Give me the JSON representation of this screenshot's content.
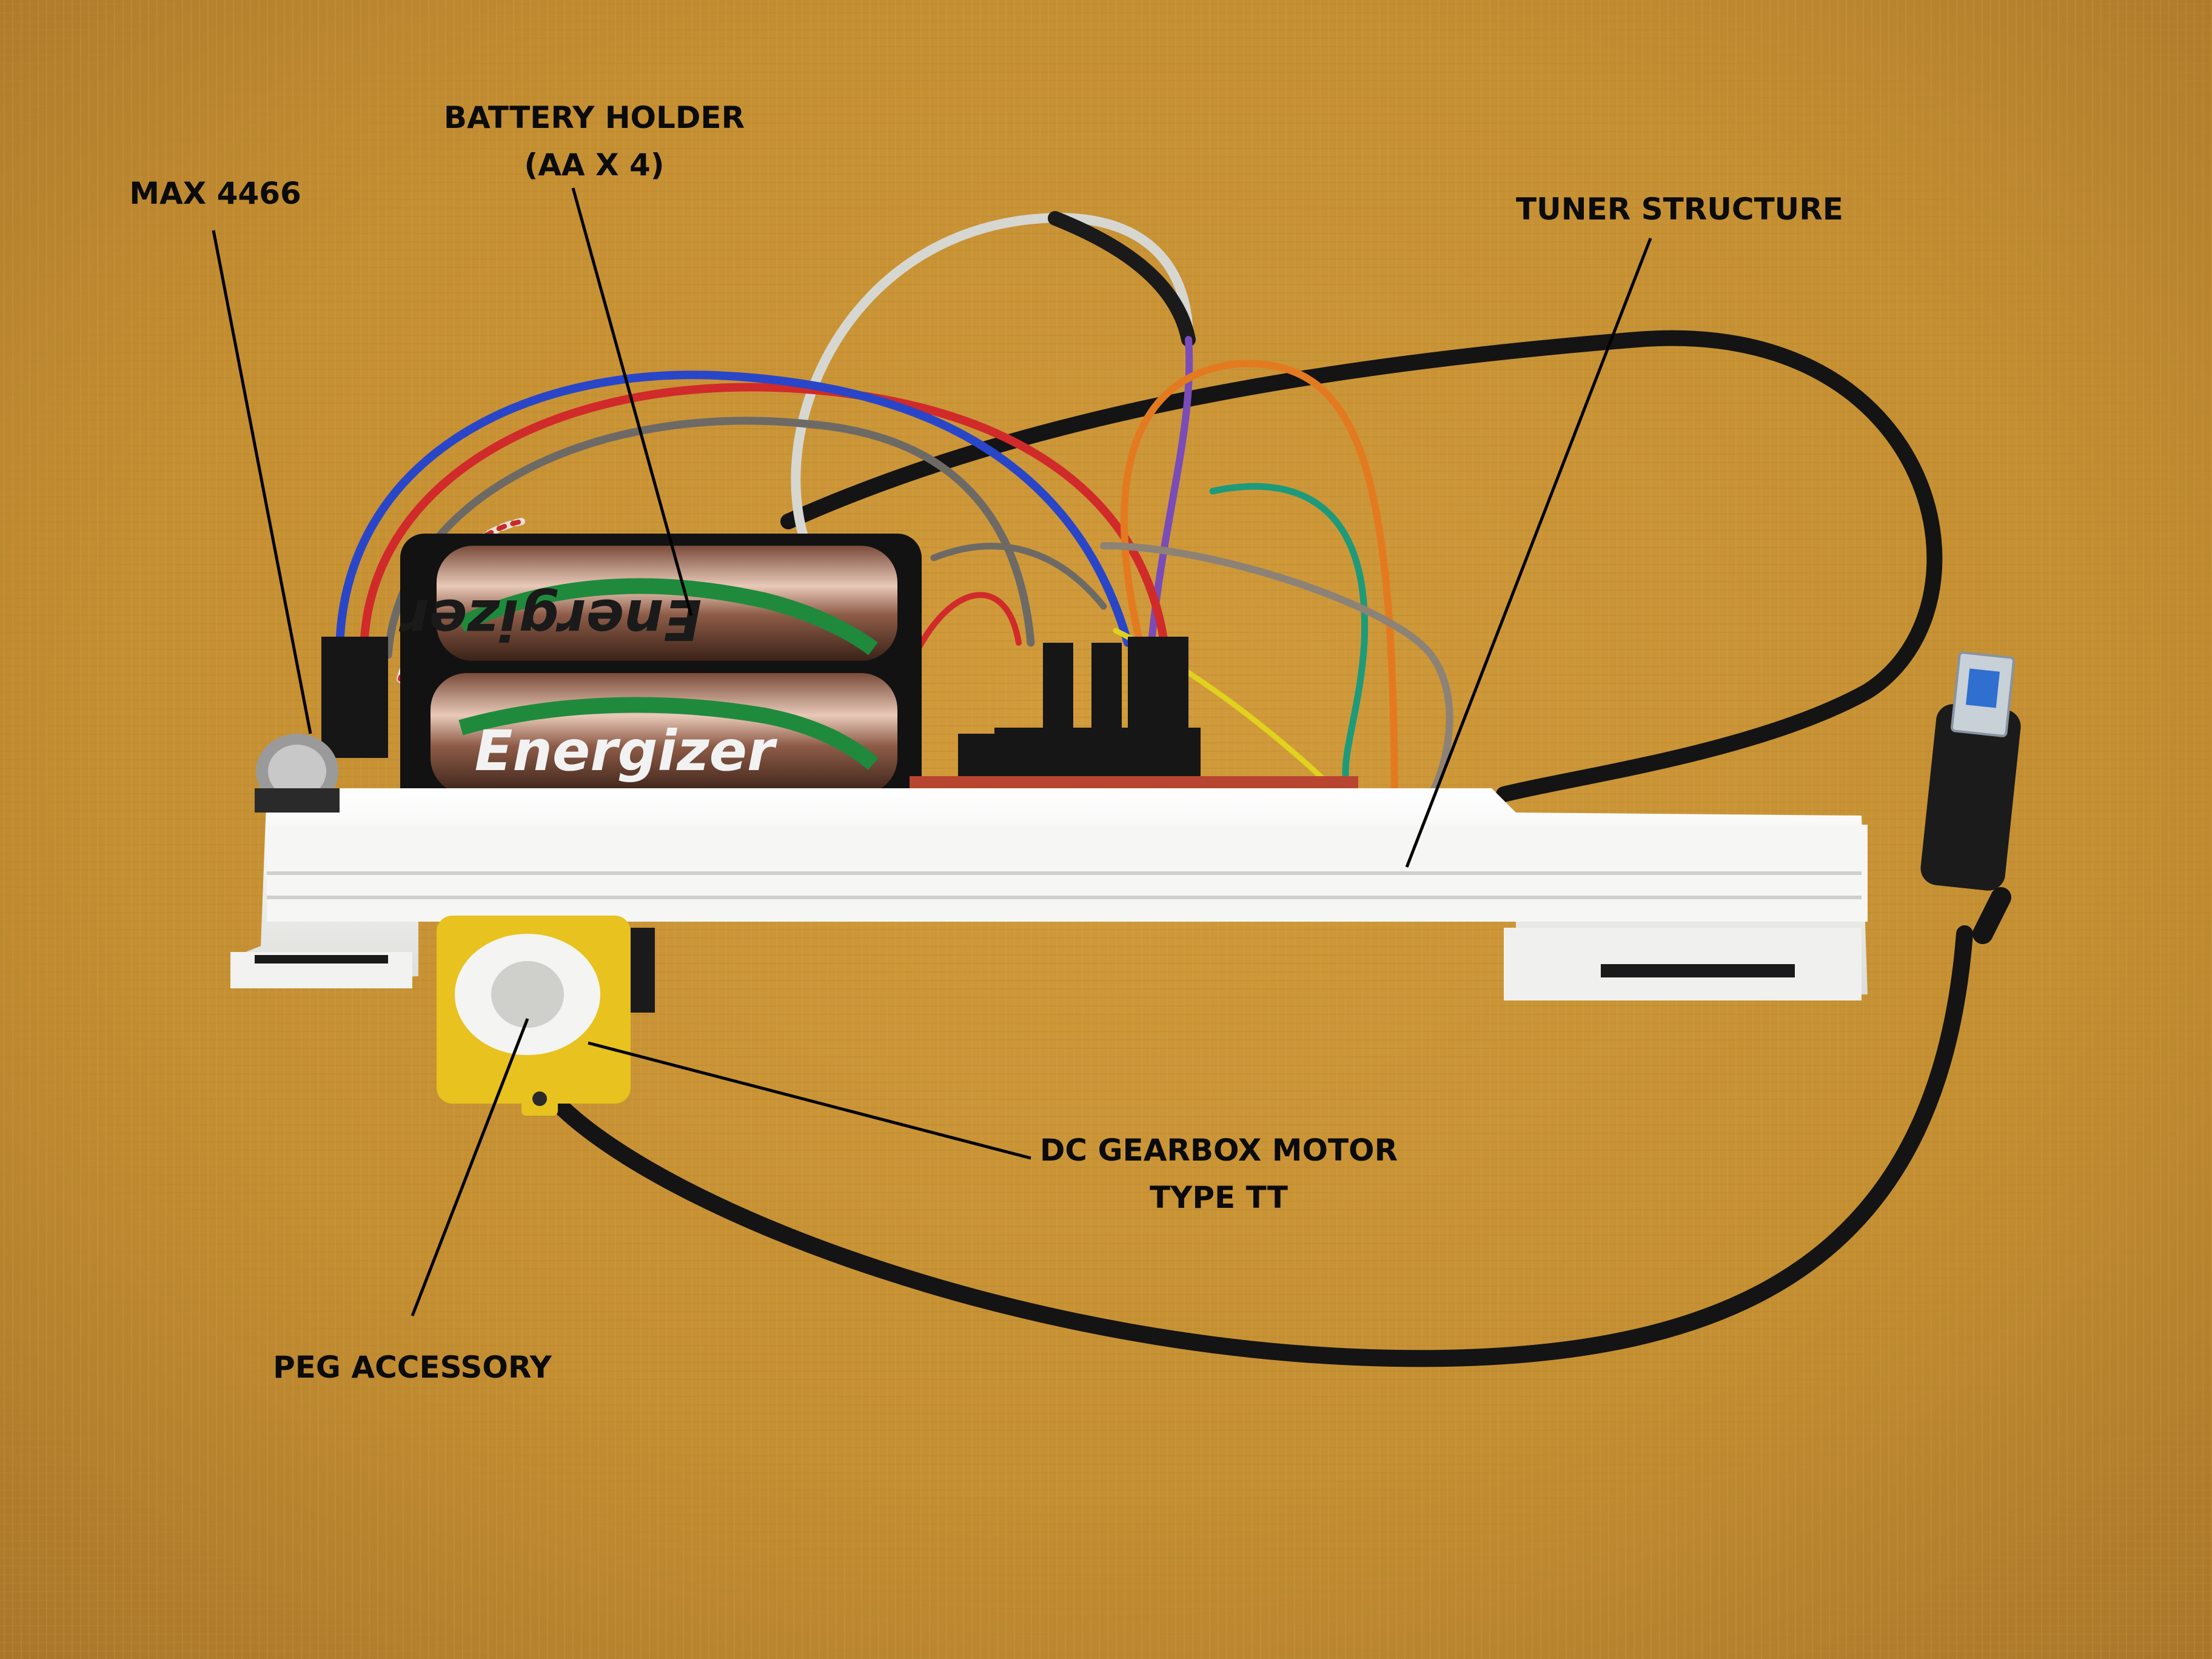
{
  "labels": {
    "battery_holder": {
      "line1": "BATTERY HOLDER",
      "line2": "(AA X 4)"
    },
    "max4466": "MAX 4466",
    "tuner_structure": "TUNER STRUCTURE",
    "dc_gearbox_motor": {
      "line1": "DC GEARBOX MOTOR",
      "line2": "TYPE TT"
    },
    "peg_accessory": "PEG ACCESSORY"
  },
  "battery_brand": "Energizer",
  "colors": {
    "background_cloth": "#C48F32",
    "platform": "#F4F4F2",
    "motor": "#E8C21E",
    "cable": "#1A1A1A",
    "label_text": "#0B0B0B",
    "leader_line": "#000000"
  }
}
